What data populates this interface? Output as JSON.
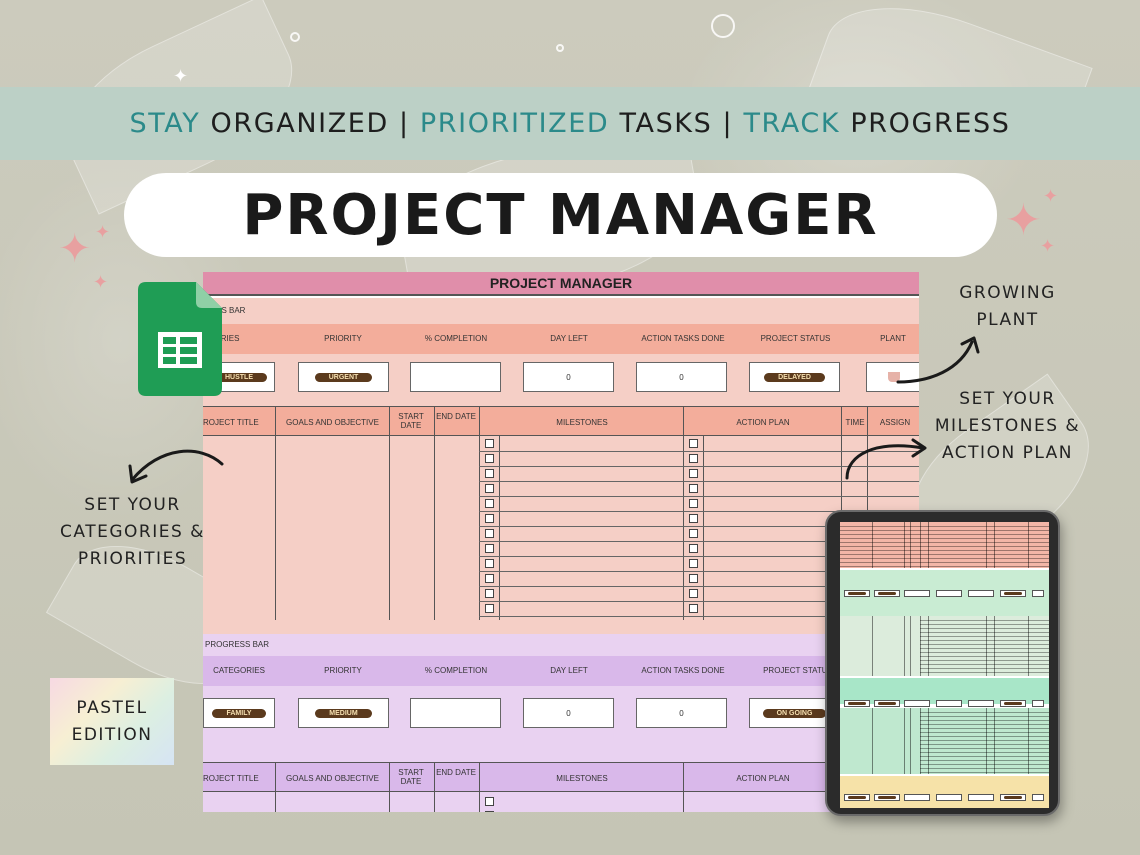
{
  "banner": {
    "stay": "STAY",
    "organized": "ORGANIZED",
    "sep1": "|",
    "prioritized": "PRIORITIZED",
    "tasks": "TASKS",
    "sep2": "|",
    "track": "TRACK",
    "progress": "PROGRESS"
  },
  "title": "PROJECT MANAGER",
  "sheet": {
    "title": "PROJECT MANAGER",
    "block1": {
      "progress_bar": "PROGRESS BAR",
      "progress_bar_visible": "RESS BAR",
      "headers": [
        "EGORIES",
        "PRIORITY",
        "% COMPLETION",
        "DAY LEFT",
        "ACTION TASKS DONE",
        "PROJECT STATUS",
        "PLANT"
      ],
      "category": "HUSTLE",
      "priority": "URGENT",
      "day_left": "0",
      "action_tasks_done": "0",
      "status": "DELAYED",
      "table_headers": [
        "ROJECT TITLE",
        "GOALS AND OBJECTIVE",
        "START DATE",
        "END DATE",
        "MILESTONES",
        "ACTION PLAN",
        "TIME",
        "ASSIGN"
      ]
    },
    "block2": {
      "progress_bar": "PROGRESS BAR",
      "headers": [
        "CATEGORIES",
        "PRIORITY",
        "% COMPLETION",
        "DAY LEFT",
        "ACTION TASKS DONE",
        "PROJECT STATUS"
      ],
      "category": "FAMILY",
      "priority": "MEDIUM",
      "day_left": "0",
      "action_tasks_done": "0",
      "status": "ON GOING",
      "table_headers": [
        "ROJECT TITLE",
        "GOALS AND OBJECTIVE",
        "START DATE",
        "END DATE",
        "MILESTONES",
        "ACTION PLAN"
      ]
    }
  },
  "annotations": {
    "growing_plant": [
      "GROWING",
      "PLANT"
    ],
    "milestones": [
      "SET YOUR",
      "MILESTONES &",
      "ACTION PLAN"
    ],
    "categories": [
      "SET YOUR",
      "CATEGORIES &",
      "PRIORITIES"
    ]
  },
  "edition": [
    "PASTEL",
    "EDITION"
  ],
  "icons": {
    "sheets": "google-sheets-icon",
    "arrow": "curved-arrow-icon",
    "sparkle": "sparkle-icon"
  },
  "colors": {
    "banner_bg": "#bcd0c6",
    "banner_accent": "#2b8a8a",
    "sheet_title": "#e08eaa",
    "block1_bg": "#f5cfc6",
    "block1_header": "#f3ad9b",
    "block2_bg": "#e9d2f1",
    "block2_header": "#d9b8ea",
    "status_pill": "#5b3a1d"
  }
}
